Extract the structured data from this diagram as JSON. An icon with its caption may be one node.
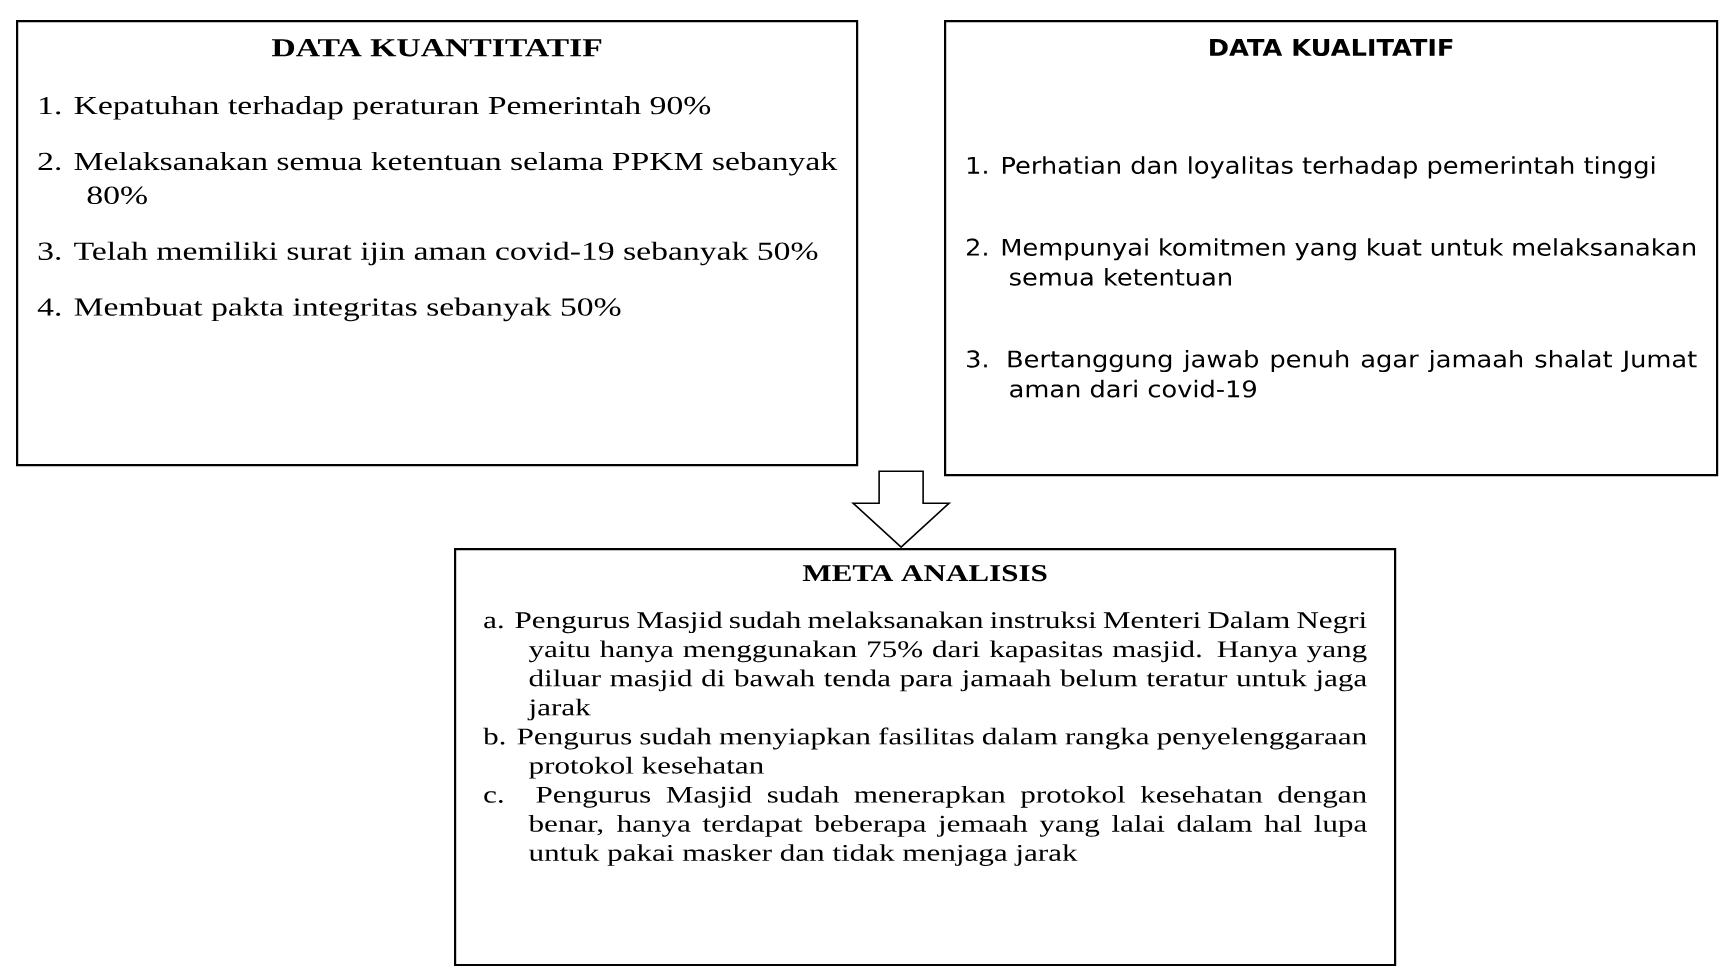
{
  "diagram": {
    "nodes": [
      {
        "text": [
          "DATA KUANTITATIF",
          "1. Kepatuhan terhadap peraturan Pemerintah 90%",
          "2. Melaksanakan semua ketentuan selama PPKM sebanyak 80%",
          "3. Telah memiliki surat ijin aman covid-19 sebanyak 50%",
          "4. Membuat pakta integritas sebanyak 50%"
        ]
      },
      {
        "text": [
          "DATA KUALITATIF",
          "1. Perhatian dan loyalitas terhadap pemerintah tinggi",
          "2. Mempunyai komitmen yang kuat untuk melaksanakan semua ketentuan",
          "3. Bertanggung jawab penuh agar jamaah shalat Jumat aman dari covid-19"
        ]
      },
      {
        "text": [
          "META ANALISIS",
          "a. Pengurus Masjid sudah melaksanakan instruksi Menteri Dalam Negri yaitu hanya menggunakan 75% dari kapasitas masjid. Hanya yang diluar masjid di bawah tenda para jamaah belum teratur untuk jaga jarak",
          "b. Pengurus sudah menyiapkan fasilitas dalam rangka penyelenggaraan protokol kesehatan",
          "c. Pengurus Masjid sudah menerapkan protokol kesehatan dengan benar, hanya terdapat beberapa jemaah yang lalai dalam hal lupa untuk pakai masker dan tidak menjaga jarak"
        ]
      }
    ],
    "edges": [
      {
        "from": 0,
        "to": 2,
        "arrow": "to"
      },
      {
        "from": 1,
        "to": 2,
        "arrow": "to"
      }
    ]
  }
}
